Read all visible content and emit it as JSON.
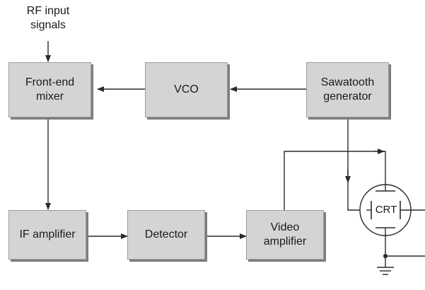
{
  "input_label": "RF input\nsignals",
  "blocks": {
    "front_end_mixer": "Front-end\nmixer",
    "vco": "VCO",
    "sawtooth_generator": "Sawatooth\ngenerator",
    "if_amplifier": "IF amplifier",
    "detector": "Detector",
    "video_amplifier": "Video\namplifier"
  },
  "crt_label": "CRT",
  "colors": {
    "block_fill": "#d4d4d4",
    "block_shadow": "#7d7d7d",
    "line": "#2a2a2a"
  }
}
